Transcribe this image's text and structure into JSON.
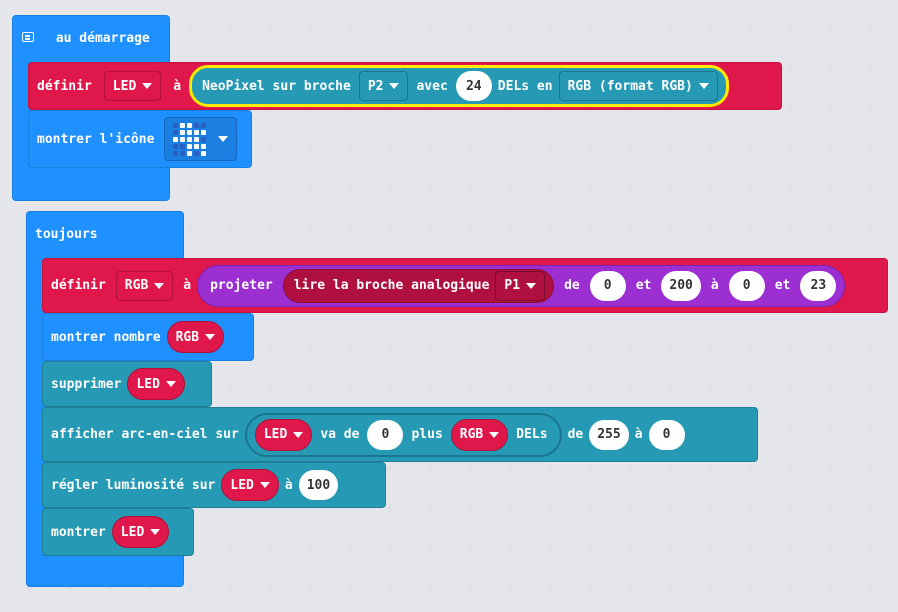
{
  "on_start": {
    "header": "au démarrage",
    "set_led": {
      "label_define": "définir",
      "variable": "LED",
      "label_to": "à",
      "neopixel": {
        "label_pin": "NeoPixel sur broche",
        "pin": "P2",
        "label_with": "avec",
        "count": "24",
        "label_leds": "DELs en",
        "mode": "RGB (format RGB)"
      }
    },
    "show_icon": {
      "label": "montrer l'icône",
      "pattern": [
        0,
        1,
        1,
        0,
        0,
        0,
        1,
        1,
        1,
        1,
        1,
        1,
        1,
        1,
        0,
        0,
        0,
        1,
        1,
        1,
        0,
        0,
        1,
        0,
        1
      ]
    }
  },
  "forever": {
    "header": "toujours",
    "set_rgb": {
      "label_define": "définir",
      "variable": "RGB",
      "label_to": "à",
      "label_map": "projeter",
      "label_read": "lire la broche analogique",
      "pin": "P1",
      "label_from": "de",
      "from_low": "0",
      "label_and1": "et",
      "from_high": "200",
      "label_to2": "à",
      "to_low": "0",
      "label_and2": "et",
      "to_high": "23"
    },
    "show_number": {
      "label": "montrer nombre",
      "variable": "RGB"
    },
    "clear": {
      "label": "supprimer",
      "variable": "LED"
    },
    "rainbow": {
      "label": "afficher arc-en-ciel sur",
      "variable": "LED",
      "label_from": "va de",
      "start": "0",
      "label_plus": "plus",
      "length_var": "RGB",
      "label_leds": "DELs",
      "label_de": "de",
      "hue_start": "255",
      "label_a": "à",
      "hue_end": "0"
    },
    "brightness": {
      "label": "régler luminosité sur",
      "variable": "LED",
      "label_to": "à",
      "value": "100"
    },
    "show": {
      "label": "montrer",
      "variable": "LED"
    }
  }
}
